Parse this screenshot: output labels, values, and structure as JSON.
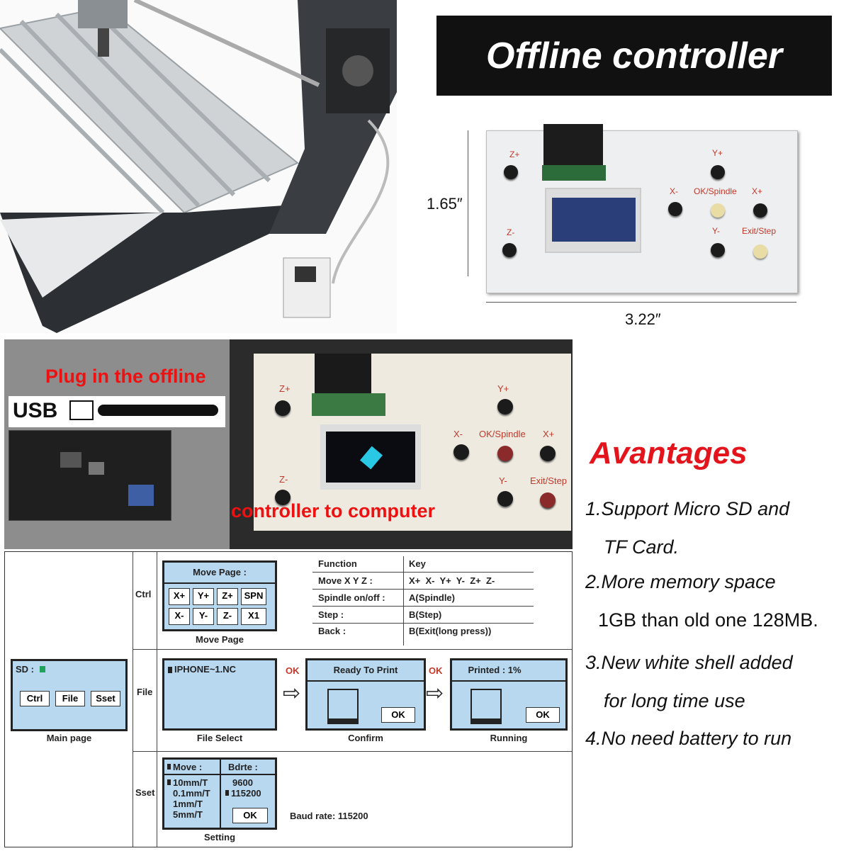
{
  "header": {
    "title": "Offline controller"
  },
  "dimensions": {
    "height": "1.65″",
    "width": "3.22″"
  },
  "panel_labels": {
    "zplus": "Z+",
    "zminus": "Z-",
    "yplus": "Y+",
    "yminus": "Y-",
    "xminus": "X-",
    "xplus": "X+",
    "ok": "OK/Spindle",
    "exit": "Exit/Step"
  },
  "photo_text": {
    "plug_top": "Plug in the offline",
    "plug_bottom": "controller to computer",
    "usb": "USB"
  },
  "advantages": {
    "title": "Avantages",
    "items": [
      "1.Support Micro SD and",
      "TF Card.",
      "2.More memory space",
      "1GB than old one 128MB.",
      "3.New white shell added",
      "for long time use",
      "4.No need battery to run"
    ]
  },
  "diagram": {
    "rows": {
      "ctrl": "Ctrl",
      "file": "File",
      "sset": "Sset"
    },
    "main": {
      "sd": "SD :",
      "btns": [
        "Ctrl",
        "File",
        "Sset"
      ],
      "caption": "Main page"
    },
    "move": {
      "title": "Move Page :",
      "keys": [
        "X+",
        "Y+",
        "Z+",
        "SPN",
        "X-",
        "Y-",
        "Z-",
        "X1"
      ],
      "caption": "Move Page"
    },
    "table": {
      "h1": "Function",
      "h2": "Key",
      "rows": [
        [
          "Move X Y Z :",
          "X+  X-  Y+  Y-  Z+  Z-"
        ],
        [
          "Spindle on/off :",
          "A(Spindle)"
        ],
        [
          "Step :",
          "B(Step)"
        ],
        [
          "Back :",
          "B(Exit(long press))"
        ]
      ]
    },
    "file": {
      "item": "IPHONE~1.NC",
      "caption": "File Select",
      "ok1": "OK",
      "ok2": "OK"
    },
    "confirm": {
      "title": "Ready To Print",
      "ok": "OK",
      "caption": "Confirm"
    },
    "running": {
      "title": "Printed : 1%",
      "ok": "OK",
      "caption": "Running"
    },
    "setting": {
      "h1": "Move :",
      "h2": "Bdrte :",
      "moves": [
        "10mm/T",
        "0.1mm/T",
        "1mm/T",
        "5mm/T"
      ],
      "bauds": [
        "9600",
        "115200"
      ],
      "ok": "OK",
      "caption": "Setting",
      "baud_rate": "Baud rate: 115200"
    }
  }
}
